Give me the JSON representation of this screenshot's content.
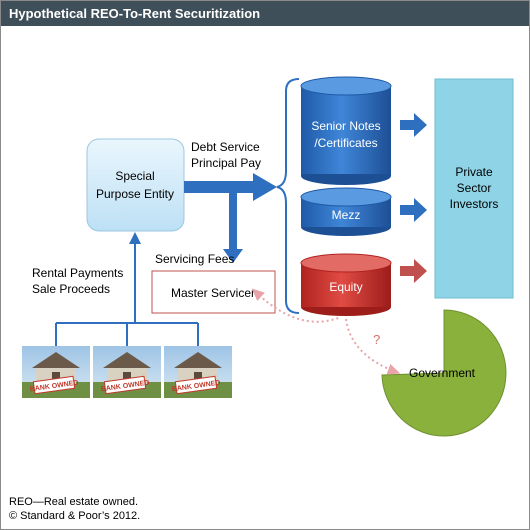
{
  "title": "Hypothetical REO-To-Rent Securitization",
  "spe": {
    "line1": "Special",
    "line2": "Purpose Entity"
  },
  "debt_service": {
    "line1": "Debt Service",
    "line2": "Principal Pay"
  },
  "servicing_fees": "Servicing Fees",
  "rental_payments": {
    "line1": "Rental Payments",
    "line2": "Sale Proceeds"
  },
  "master_servicer": "Master Servicer",
  "tranches": {
    "senior": {
      "line1": "Senior Notes",
      "line2": "/Certificates"
    },
    "mezz": "Mezz",
    "equity": "Equity"
  },
  "investors": {
    "line1": "Private",
    "line2": "Sector",
    "line3": "Investors"
  },
  "government": "Government",
  "question_mark": "?",
  "house_sign": "BANK OWNED",
  "footer": {
    "line1": "REO—Real estate owned.",
    "line2": "© Standard & Poor’s 2012."
  },
  "colors": {
    "title_bar": "#3f4f5a",
    "blue_tranche": "#2e6fc0",
    "red_tranche": "#c8302c",
    "arrow_blue": "#2f6fbf",
    "arrow_red": "#c0504d",
    "investors_fill": "#8fd3e6",
    "government_fill": "#8ab13c"
  }
}
